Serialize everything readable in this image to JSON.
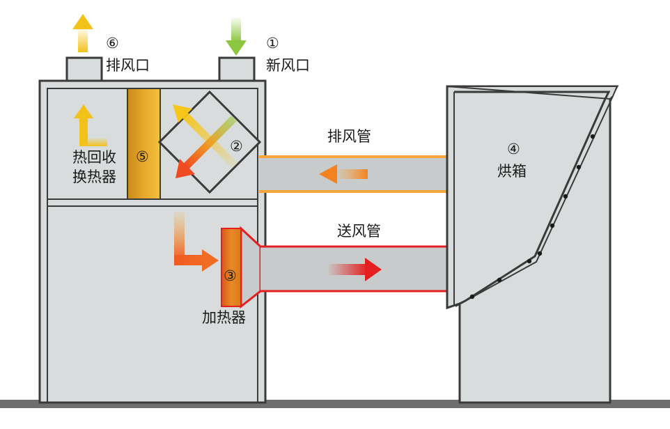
{
  "labels": {
    "exhaust_port_num": "⑥",
    "exhaust_port": "排风口",
    "fresh_air_num": "①",
    "fresh_air": "新风口",
    "exhaust_duct": "排风管",
    "supply_duct": "送风管",
    "oven_num": "④",
    "oven": "烘箱",
    "heat_exchanger_num": "②",
    "recovery_num": "⑤",
    "recovery_line1": "热回收",
    "recovery_line2": "换热器",
    "heater_num": "③",
    "heater": "加热器"
  },
  "colors": {
    "body_gray": "#d8dcdc",
    "outline": "#3a3a3a",
    "exhaust_duct_edge": "#f7a53a",
    "supply_duct_edge": "#e51f1f",
    "fresh_air_arrow": "#8cc63f",
    "exhaust_arrow": "#f2c21b",
    "hot_arrow": "#f05a22",
    "floor": "#6e6e6e"
  }
}
